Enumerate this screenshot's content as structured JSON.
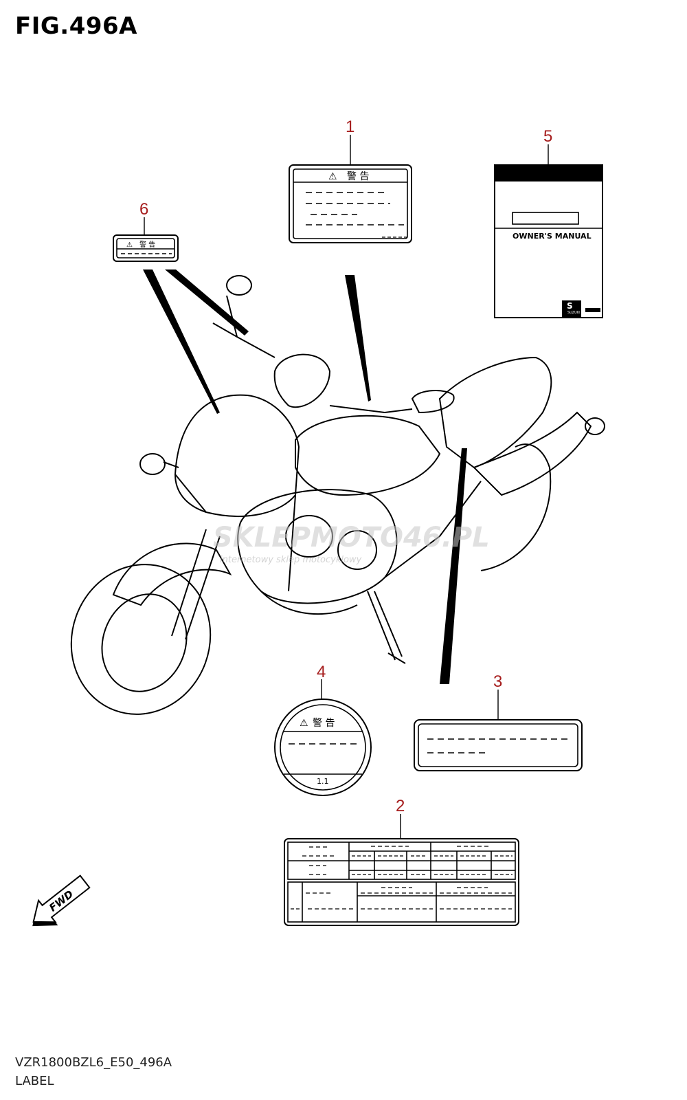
{
  "figure": {
    "title": "FIG.496A",
    "code": "VZR1800BZL6_E50_496A",
    "name": "LABEL"
  },
  "callouts": {
    "c1": "1",
    "c2": "2",
    "c3": "3",
    "c4": "4",
    "c5": "5",
    "c6": "6"
  },
  "labels": {
    "warning_symbol": "⚠",
    "warning_text": "警 告",
    "owners_manual": "OWNER'S MANUAL",
    "suzuki_logo_text": "SUZUKI",
    "seal_number": "1.1",
    "fwd_arrow": "FWD"
  },
  "watermark": {
    "site": "SKLEPMOTO46.PL",
    "tagline": "internetowy sklep motocyklowy"
  },
  "colors": {
    "callout_red": "#a61d1d",
    "line": "#000000",
    "watermark": "#c8c8c8"
  }
}
